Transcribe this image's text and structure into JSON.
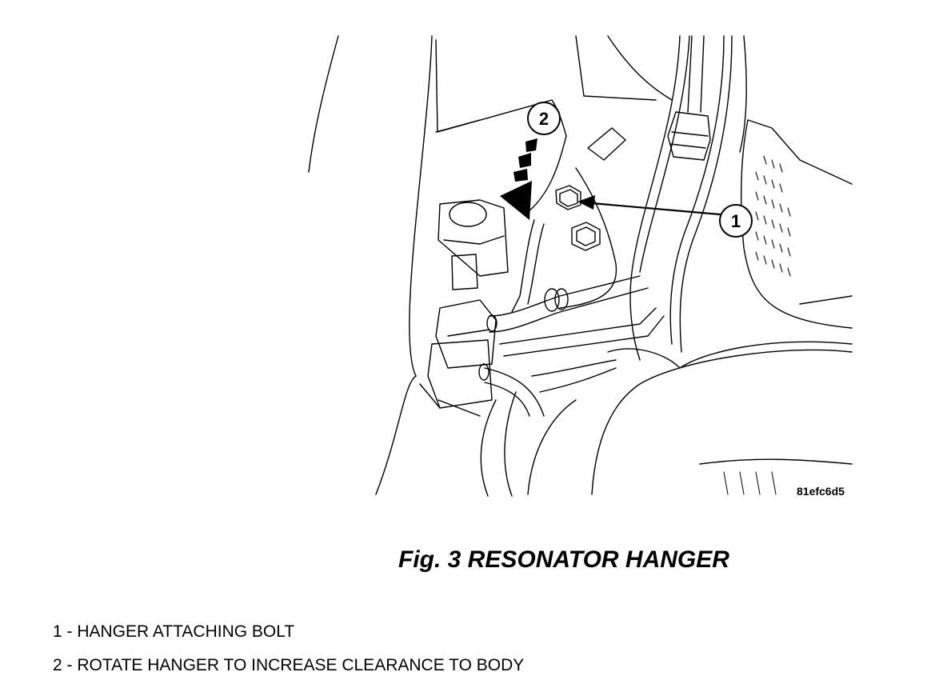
{
  "figure": {
    "caption": "Fig. 3 RESONATOR HANGER",
    "image_id_label": "81efc6d5",
    "callouts": [
      {
        "number": "1"
      },
      {
        "number": "2"
      }
    ]
  },
  "legend": [
    {
      "text": "1 - HANGER ATTACHING BOLT"
    },
    {
      "text": "2 - ROTATE HANGER TO INCREASE CLEARANCE TO BODY"
    }
  ]
}
